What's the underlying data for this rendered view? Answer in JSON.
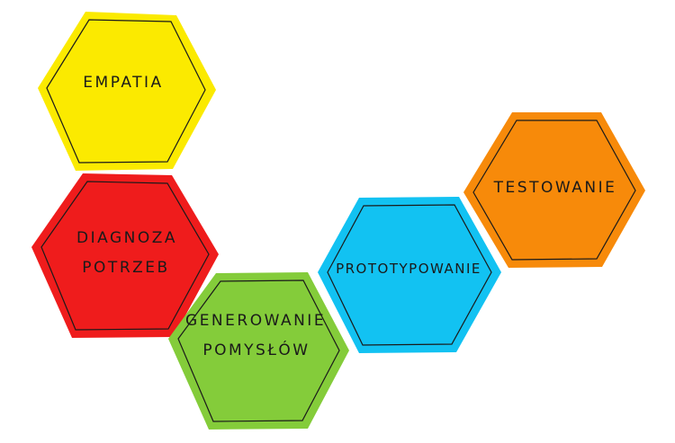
{
  "diagram": {
    "stages": [
      {
        "id": "empatia",
        "lines": [
          "EMPATIA"
        ],
        "color": "#fbea00"
      },
      {
        "id": "diagnoza",
        "lines": [
          "DIAGNOZA",
          "POTRZEB"
        ],
        "color": "#ef1c1c"
      },
      {
        "id": "generowanie",
        "lines": [
          "GENEROWANIE",
          "POMYSŁÓW"
        ],
        "color": "#84cc3a"
      },
      {
        "id": "prototypowanie",
        "lines": [
          "PROTOTYPOWANIE"
        ],
        "color": "#12c2f2"
      },
      {
        "id": "testowanie",
        "lines": [
          "TESTOWANIE"
        ],
        "color": "#f78a0a"
      }
    ]
  }
}
